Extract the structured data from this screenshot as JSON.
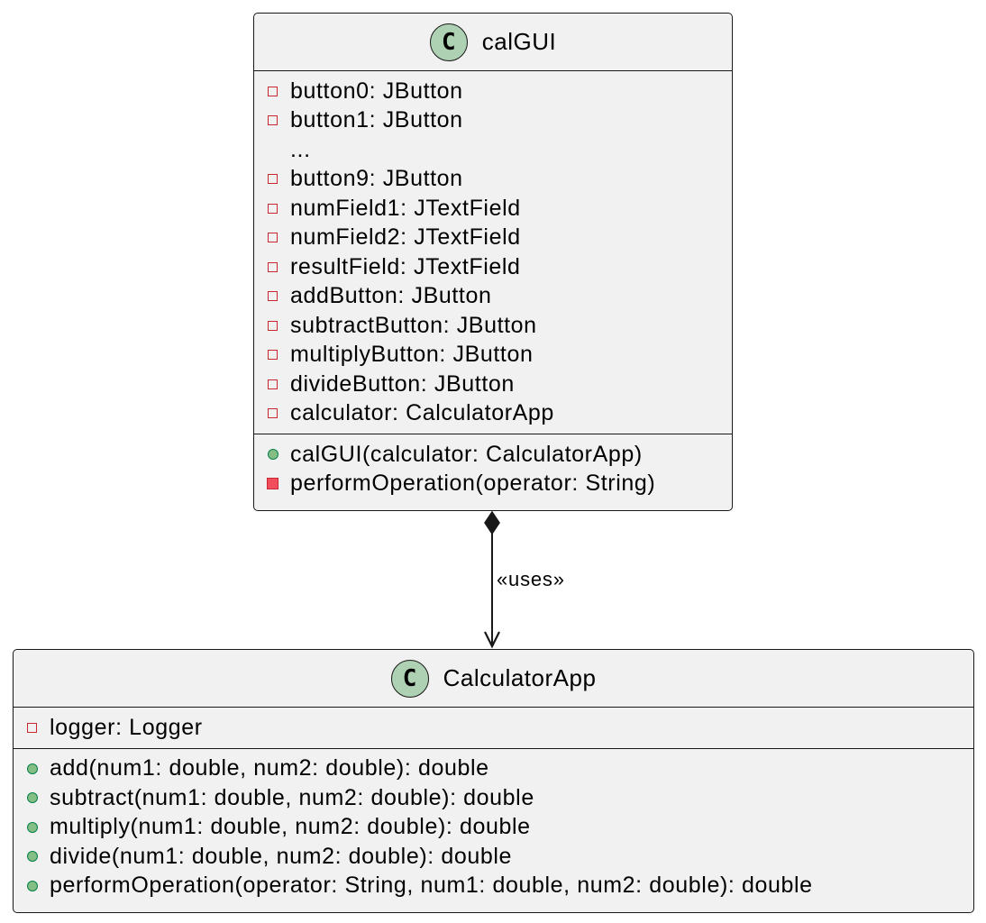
{
  "classes": {
    "calgui": {
      "icon_letter": "C",
      "name": "calGUI",
      "fields": [
        {
          "vis": "private",
          "text": "button0: JButton"
        },
        {
          "vis": "private",
          "text": "button1: JButton"
        },
        {
          "vis": "none",
          "text": "..."
        },
        {
          "vis": "private",
          "text": "button9: JButton"
        },
        {
          "vis": "private",
          "text": "numField1: JTextField"
        },
        {
          "vis": "private",
          "text": "numField2: JTextField"
        },
        {
          "vis": "private",
          "text": "resultField: JTextField"
        },
        {
          "vis": "private",
          "text": "addButton: JButton"
        },
        {
          "vis": "private",
          "text": "subtractButton: JButton"
        },
        {
          "vis": "private",
          "text": "multiplyButton: JButton"
        },
        {
          "vis": "private",
          "text": "divideButton: JButton"
        },
        {
          "vis": "private",
          "text": "calculator: CalculatorApp"
        }
      ],
      "methods": [
        {
          "vis": "public",
          "text": "calGUI(calculator: CalculatorApp)"
        },
        {
          "vis": "private",
          "text": "performOperation(operator: String)"
        }
      ]
    },
    "calculatorapp": {
      "icon_letter": "C",
      "name": "CalculatorApp",
      "fields": [
        {
          "vis": "private",
          "text": "logger: Logger"
        }
      ],
      "methods": [
        {
          "vis": "public",
          "text": "add(num1: double, num2: double): double"
        },
        {
          "vis": "public",
          "text": "subtract(num1: double, num2: double): double"
        },
        {
          "vis": "public",
          "text": "multiply(num1: double, num2: double): double"
        },
        {
          "vis": "public",
          "text": "divide(num1: double, num2: double): double"
        },
        {
          "vis": "public",
          "text": "performOperation(operator: String, num1: double, num2: double): double"
        }
      ]
    }
  },
  "relationship": {
    "label": "«uses»",
    "type": "composition"
  },
  "colors": {
    "box_fill": "#f1f1f1",
    "border": "#181818",
    "class_icon_fill": "#add1b2",
    "private_marker": "#c82930",
    "private_method_fill": "#f24d5c",
    "public_marker_fill": "#84be84",
    "public_marker_border": "#038048"
  }
}
